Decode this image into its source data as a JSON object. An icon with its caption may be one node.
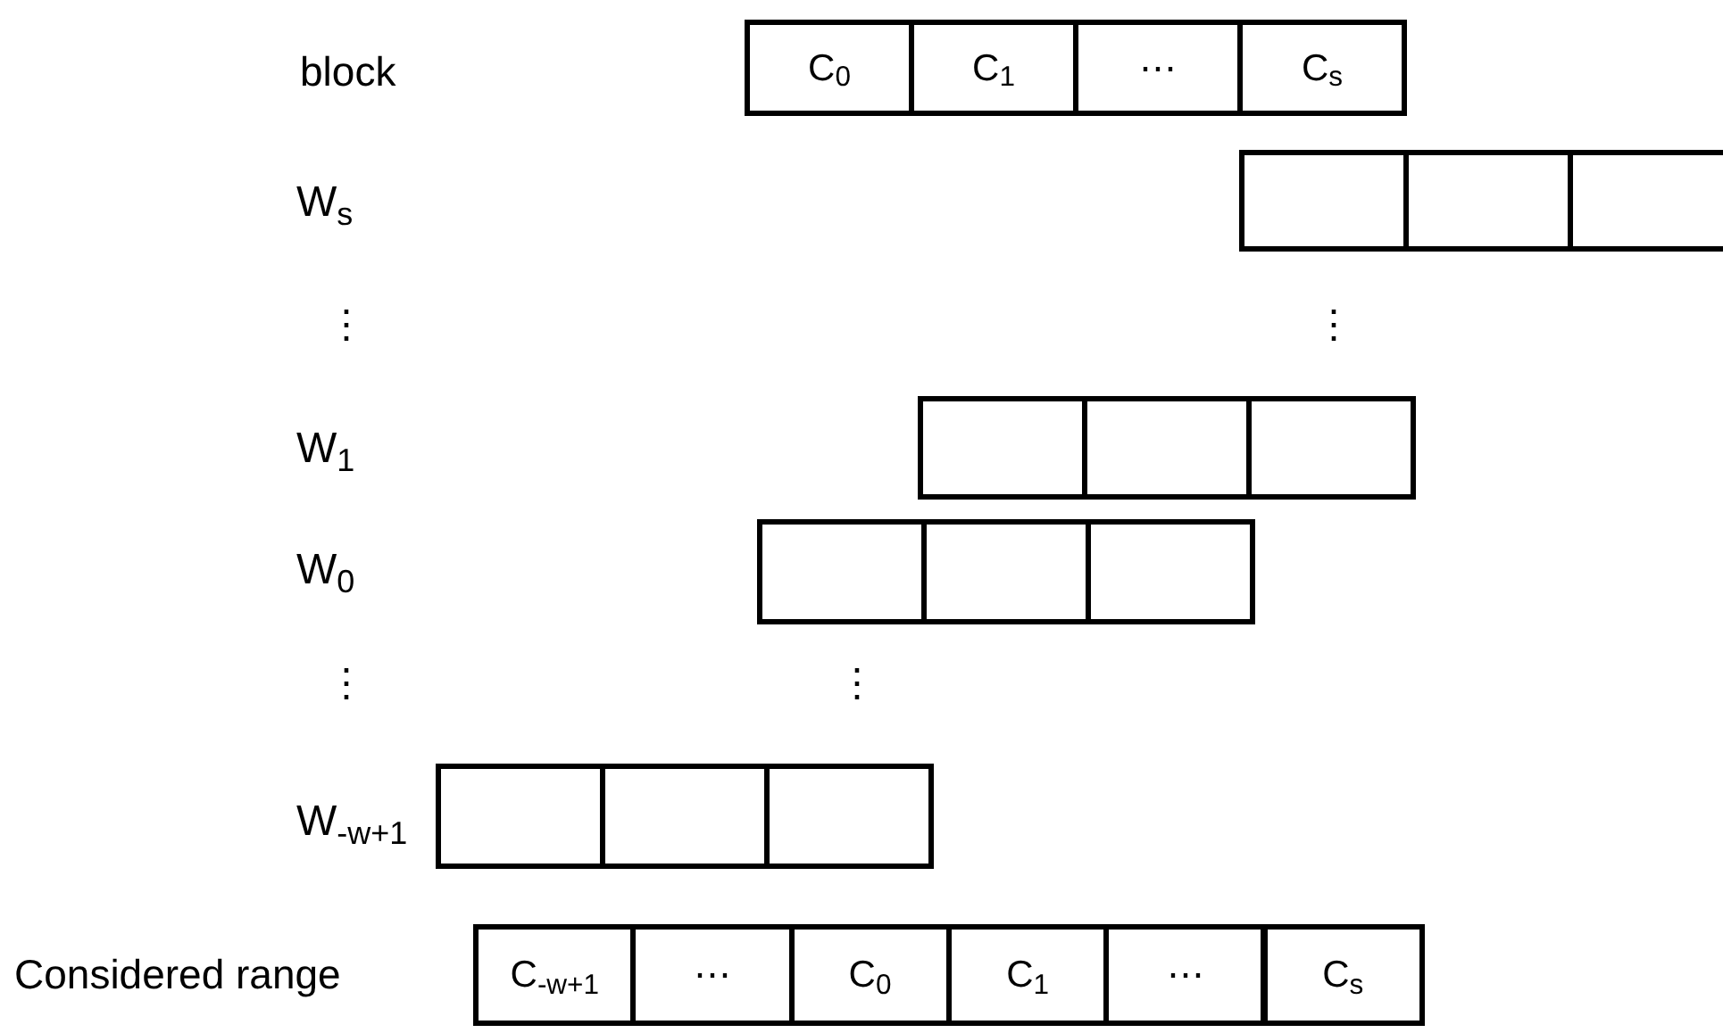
{
  "diagram": {
    "nodes": [
      {
        "text": [
          "C$_{0}$"
        ]
      },
      {
        "text": [
          "C$_{1}$"
        ]
      },
      {
        "text": [
          "⋯"
        ]
      },
      {
        "text": [
          "C$_{s}$"
        ]
      },
      {
        "text": [],
        "shape": "box"
      },
      {
        "text": [],
        "shape": "box"
      },
      {
        "text": [],
        "shape": "box"
      },
      {
        "text": [],
        "shape": "box"
      },
      {
        "text": [],
        "shape": "box"
      },
      {
        "text": [],
        "shape": "box"
      },
      {
        "text": [],
        "shape": "box"
      },
      {
        "text": [],
        "shape": "box"
      },
      {
        "text": [],
        "shape": "box"
      },
      {
        "text": [],
        "shape": "box"
      },
      {
        "text": [],
        "shape": "box"
      },
      {
        "text": [],
        "shape": "box"
      },
      {
        "text": [
          "C$_{-w+1}$"
        ]
      },
      {
        "text": [
          "⋯"
        ]
      },
      {
        "text": [
          "C$_{0}$"
        ]
      },
      {
        "text": [
          "C$_{1}$"
        ]
      },
      {
        "text": [
          "⋯"
        ]
      },
      {
        "text": [
          "C$_{s}$"
        ]
      }
    ],
    "edges": [],
    "labels": [
      "block",
      "W$_{s}$",
      "⋮",
      "⋮",
      "W$_{1}$",
      "W$_{0}$",
      "⋮",
      "⋮",
      "W$_{-w+1}$",
      "Considered range"
    ]
  }
}
